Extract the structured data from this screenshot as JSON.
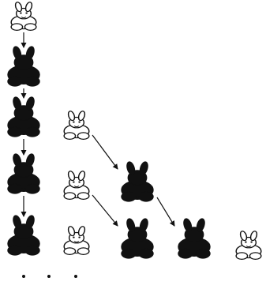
{
  "diagram": {
    "nodes": [
      {
        "id": "young-1",
        "stage": "young"
      },
      {
        "id": "adult-1",
        "stage": "adult"
      },
      {
        "id": "adult-2",
        "stage": "adult"
      },
      {
        "id": "young-2",
        "stage": "young"
      },
      {
        "id": "adult-3",
        "stage": "adult"
      },
      {
        "id": "young-3",
        "stage": "young"
      },
      {
        "id": "adult-4",
        "stage": "adult"
      },
      {
        "id": "adult-5",
        "stage": "adult"
      },
      {
        "id": "young-4",
        "stage": "young"
      },
      {
        "id": "adult-6",
        "stage": "adult"
      },
      {
        "id": "adult-7",
        "stage": "adult"
      },
      {
        "id": "young-5",
        "stage": "young"
      }
    ],
    "edges": [
      {
        "from": "young-1",
        "to": "adult-1"
      },
      {
        "from": "adult-1",
        "to": "adult-2"
      },
      {
        "from": "adult-2",
        "to": "adult-4"
      },
      {
        "from": "adult-4",
        "to": "adult-5"
      },
      {
        "from": "young-2",
        "to": "adult-3"
      },
      {
        "from": "young-3",
        "to": "adult-6"
      },
      {
        "from": "adult-3",
        "to": "adult-7"
      }
    ],
    "colors": {
      "adult": "#111111",
      "young": "#ffffff",
      "line": "#111111"
    },
    "continuation": "..."
  }
}
